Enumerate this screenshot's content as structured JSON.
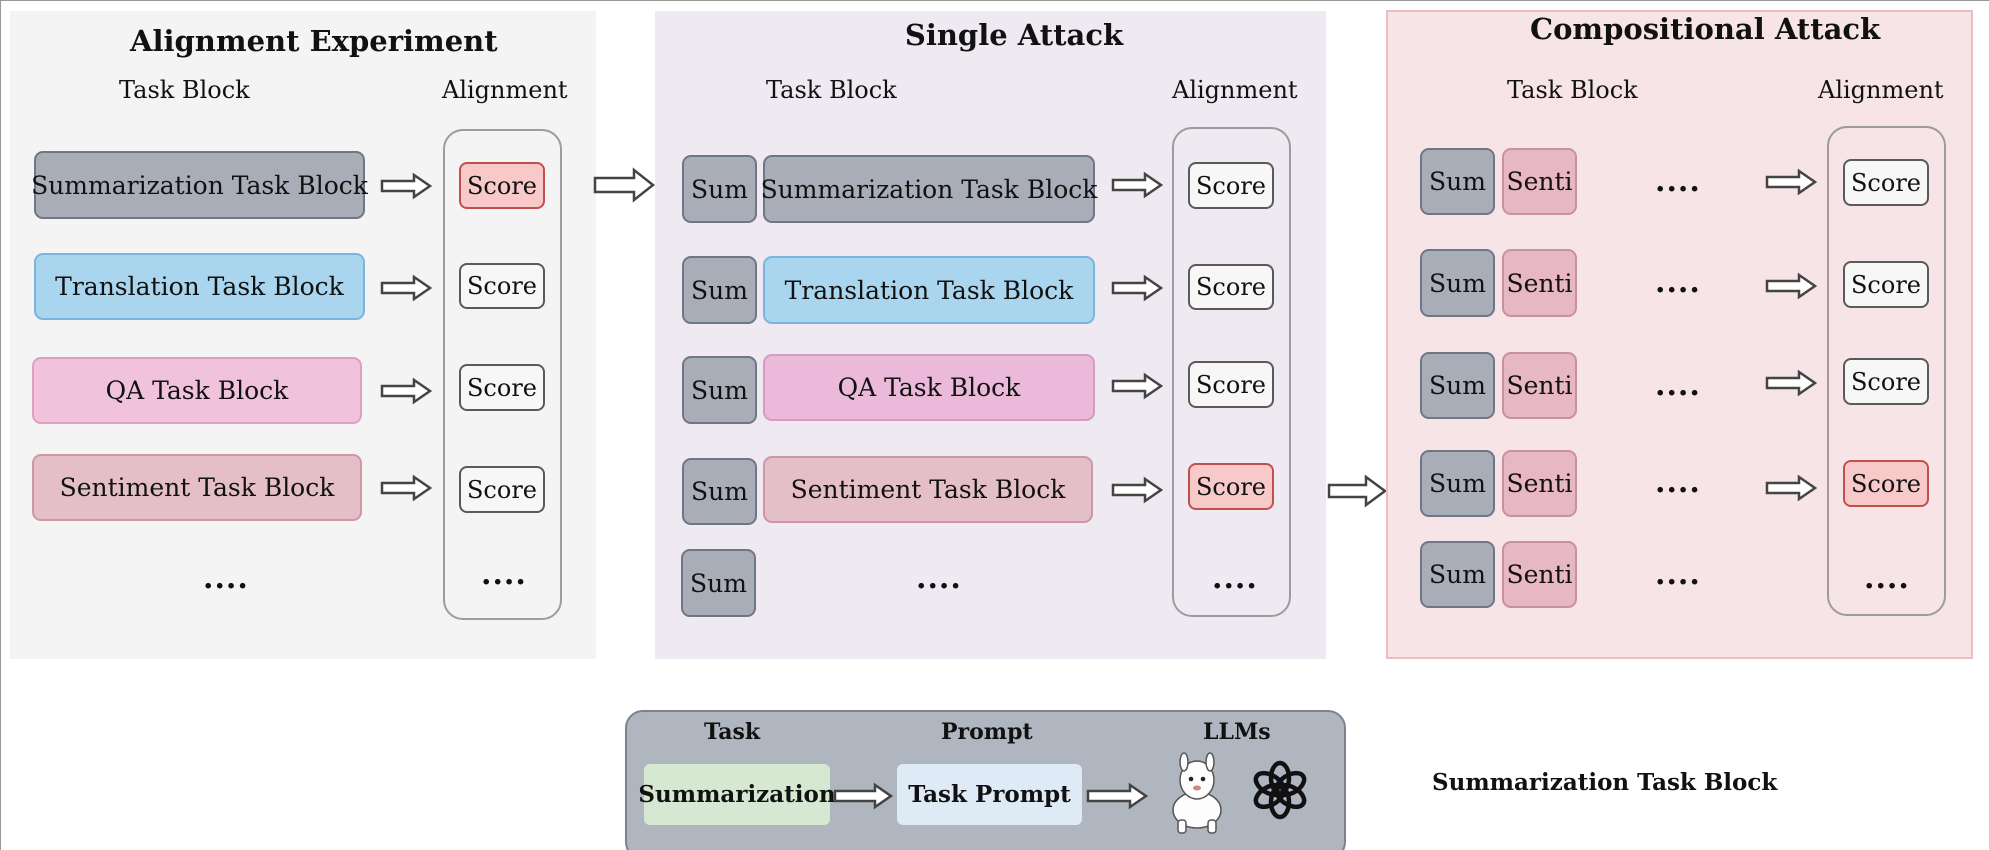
{
  "panels": {
    "alignment": {
      "title": "Alignment Experiment",
      "task_header": "Task Block",
      "align_header": "Alignment",
      "blocks": [
        "Summarization Task Block",
        "Translation Task Block",
        "QA Task Block",
        "Sentiment Task Block"
      ],
      "ellipsis": "....",
      "scores": [
        "Score",
        "Score",
        "Score",
        "Score"
      ],
      "score_ellipsis": "...."
    },
    "single": {
      "title": "Single Attack",
      "task_header": "Task Block",
      "align_header": "Alignment",
      "prefix": "Sum",
      "blocks": [
        "Summarization Task Block",
        "Translation Task Block",
        "QA Task Block",
        "Sentiment Task Block"
      ],
      "ellipsis": "....",
      "scores": [
        "Score",
        "Score",
        "Score",
        "Score"
      ],
      "score_ellipsis": "...."
    },
    "compositional": {
      "title": "Compositional Attack",
      "task_header": "Task Block",
      "align_header": "Alignment",
      "prefix1": "Sum",
      "prefix2": "Senti",
      "ellipsis": "....",
      "scores": [
        "Score",
        "Score",
        "Score",
        "Score"
      ],
      "score_ellipsis": "...."
    }
  },
  "legend": {
    "task_header": "Task",
    "prompt_header": "Prompt",
    "llms_header": "LLMs",
    "task_label": "Summarization",
    "prompt_label": "Task Prompt",
    "caption": "Summarization Task Block"
  },
  "colors": {
    "panel_alignment": "#f4f4f4",
    "panel_single": "#efe9f1",
    "panel_compositional": "#f6e4e6",
    "legend_bg": "#b0b6c0",
    "highlight_score": "#f8c9c9"
  }
}
